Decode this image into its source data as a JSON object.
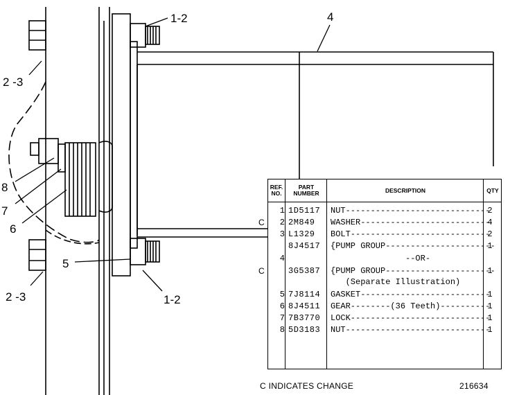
{
  "callouts": {
    "c1_2_top": "1-2",
    "c4": "4",
    "c2_3_top": "2 -3",
    "c8": "8",
    "c7": "7",
    "c6": "6",
    "c5": "5",
    "c2_3_bottom": "2 -3",
    "c1_2_bottom": "1-2"
  },
  "table": {
    "headers": {
      "ref_no": "REF. NO.",
      "part_number": "PART NUMBER",
      "description": "DESCRIPTION",
      "qty": "QTY"
    },
    "rows": [
      {
        "mark": "",
        "ref": "1",
        "part": "1D5117",
        "desc": "NUT-----------------------------",
        "qty": "2"
      },
      {
        "mark": "C",
        "ref": "2",
        "part": "2M849",
        "desc": "WASHER--------------------------",
        "qty": "4"
      },
      {
        "mark": "",
        "ref": "3",
        "part": "L1329",
        "desc": "BOLT----------------------------",
        "qty": "2"
      },
      {
        "mark": "",
        "ref": "",
        "part": "8J4517",
        "desc": "{PUMP GROUP----------------------",
        "qty": "1"
      },
      {
        "mark": "",
        "ref": "4",
        "part": "",
        "desc": "               --OR-",
        "qty": ""
      },
      {
        "mark": "C",
        "ref": "",
        "part": "3G5387",
        "desc": "{PUMP GROUP----------------------",
        "qty": "1"
      },
      {
        "mark": "",
        "ref": "",
        "part": "",
        "desc": "   (Separate Illustration)",
        "qty": ""
      },
      {
        "mark": "",
        "ref": "5",
        "part": "7J8114",
        "desc": "GASKET--------------------------",
        "qty": "1"
      },
      {
        "mark": "",
        "ref": "6",
        "part": "8J4511",
        "desc": "GEAR--------(36 Teeth)----------",
        "qty": "1"
      },
      {
        "mark": "",
        "ref": "7",
        "part": "7B3770",
        "desc": "LOCK----------------------------",
        "qty": "1"
      },
      {
        "mark": "",
        "ref": "8",
        "part": "5D3183",
        "desc": "NUT-----------------------------",
        "qty": "1"
      }
    ]
  },
  "footer": {
    "change_note": "C INDICATES CHANGE",
    "drawing_number": "216634"
  }
}
